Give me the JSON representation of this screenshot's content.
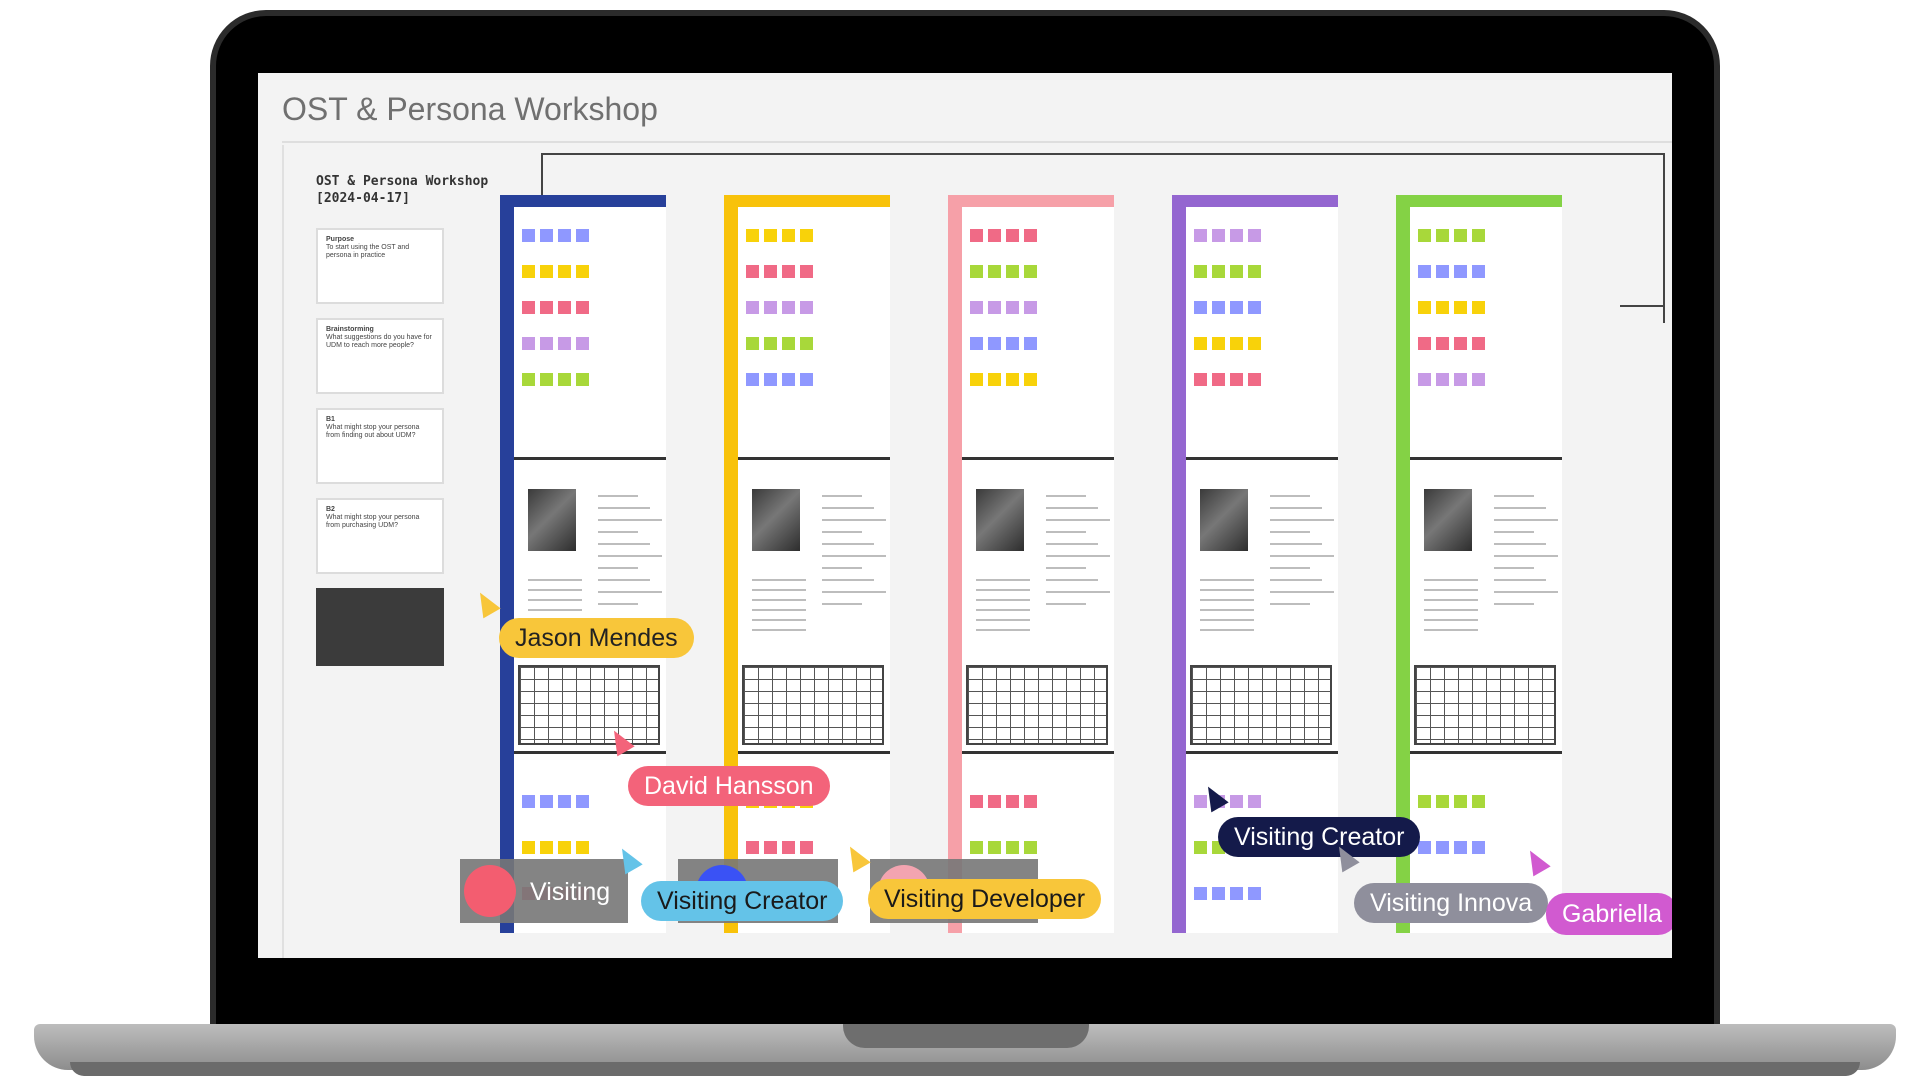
{
  "app": {
    "title": "OST & Persona Workshop"
  },
  "board": {
    "title_line1": "OST & Persona Workshop",
    "title_line2": "[2024-04-17]"
  },
  "colors": {
    "blue": "#27409a",
    "yellow": "#f8c20a",
    "pink": "#f6a0a8",
    "purple": "#9466d0",
    "green": "#84d245"
  },
  "side_cards": [
    {
      "heading": "Purpose",
      "text": "To start using the OST and persona in practice"
    },
    {
      "heading": "Brainstorming",
      "text": "What suggestions do you have for UDM to reach more people?"
    },
    {
      "heading": "B1",
      "text": "What might stop your persona from finding out about UDM?"
    },
    {
      "heading": "B2",
      "text": "What might stop your persona from purchasing UDM?"
    }
  ],
  "cursors": [
    {
      "label": "Jason Mendes",
      "color": "#f8c63a",
      "text_color": "#222"
    },
    {
      "label": "David Hansson",
      "color": "#f3637a",
      "text_color": "#fff"
    },
    {
      "label": "Visiting Creator",
      "color": "#141a4a",
      "text_color": "#fff"
    },
    {
      "label": "Visiting",
      "color": "#777777",
      "text_color": "#fff"
    },
    {
      "label": "Visiting Creator",
      "color": "#64c3e8",
      "text_color": "#1a1a1a"
    },
    {
      "label": "Visiting Developer",
      "color": "#f8c63a",
      "text_color": "#1a1a1a"
    },
    {
      "label": "Visiting Innova",
      "color": "#8f8f9c",
      "text_color": "#fff"
    },
    {
      "label": "Gabriella",
      "color": "#d15ad0",
      "text_color": "#fff"
    }
  ]
}
